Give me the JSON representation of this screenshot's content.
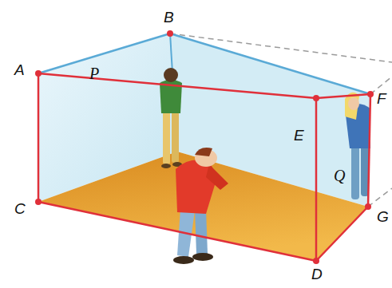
{
  "diagram": {
    "labels": [
      "A",
      "B",
      "C",
      "D",
      "E",
      "F",
      "G",
      "P",
      "Q"
    ]
  }
}
